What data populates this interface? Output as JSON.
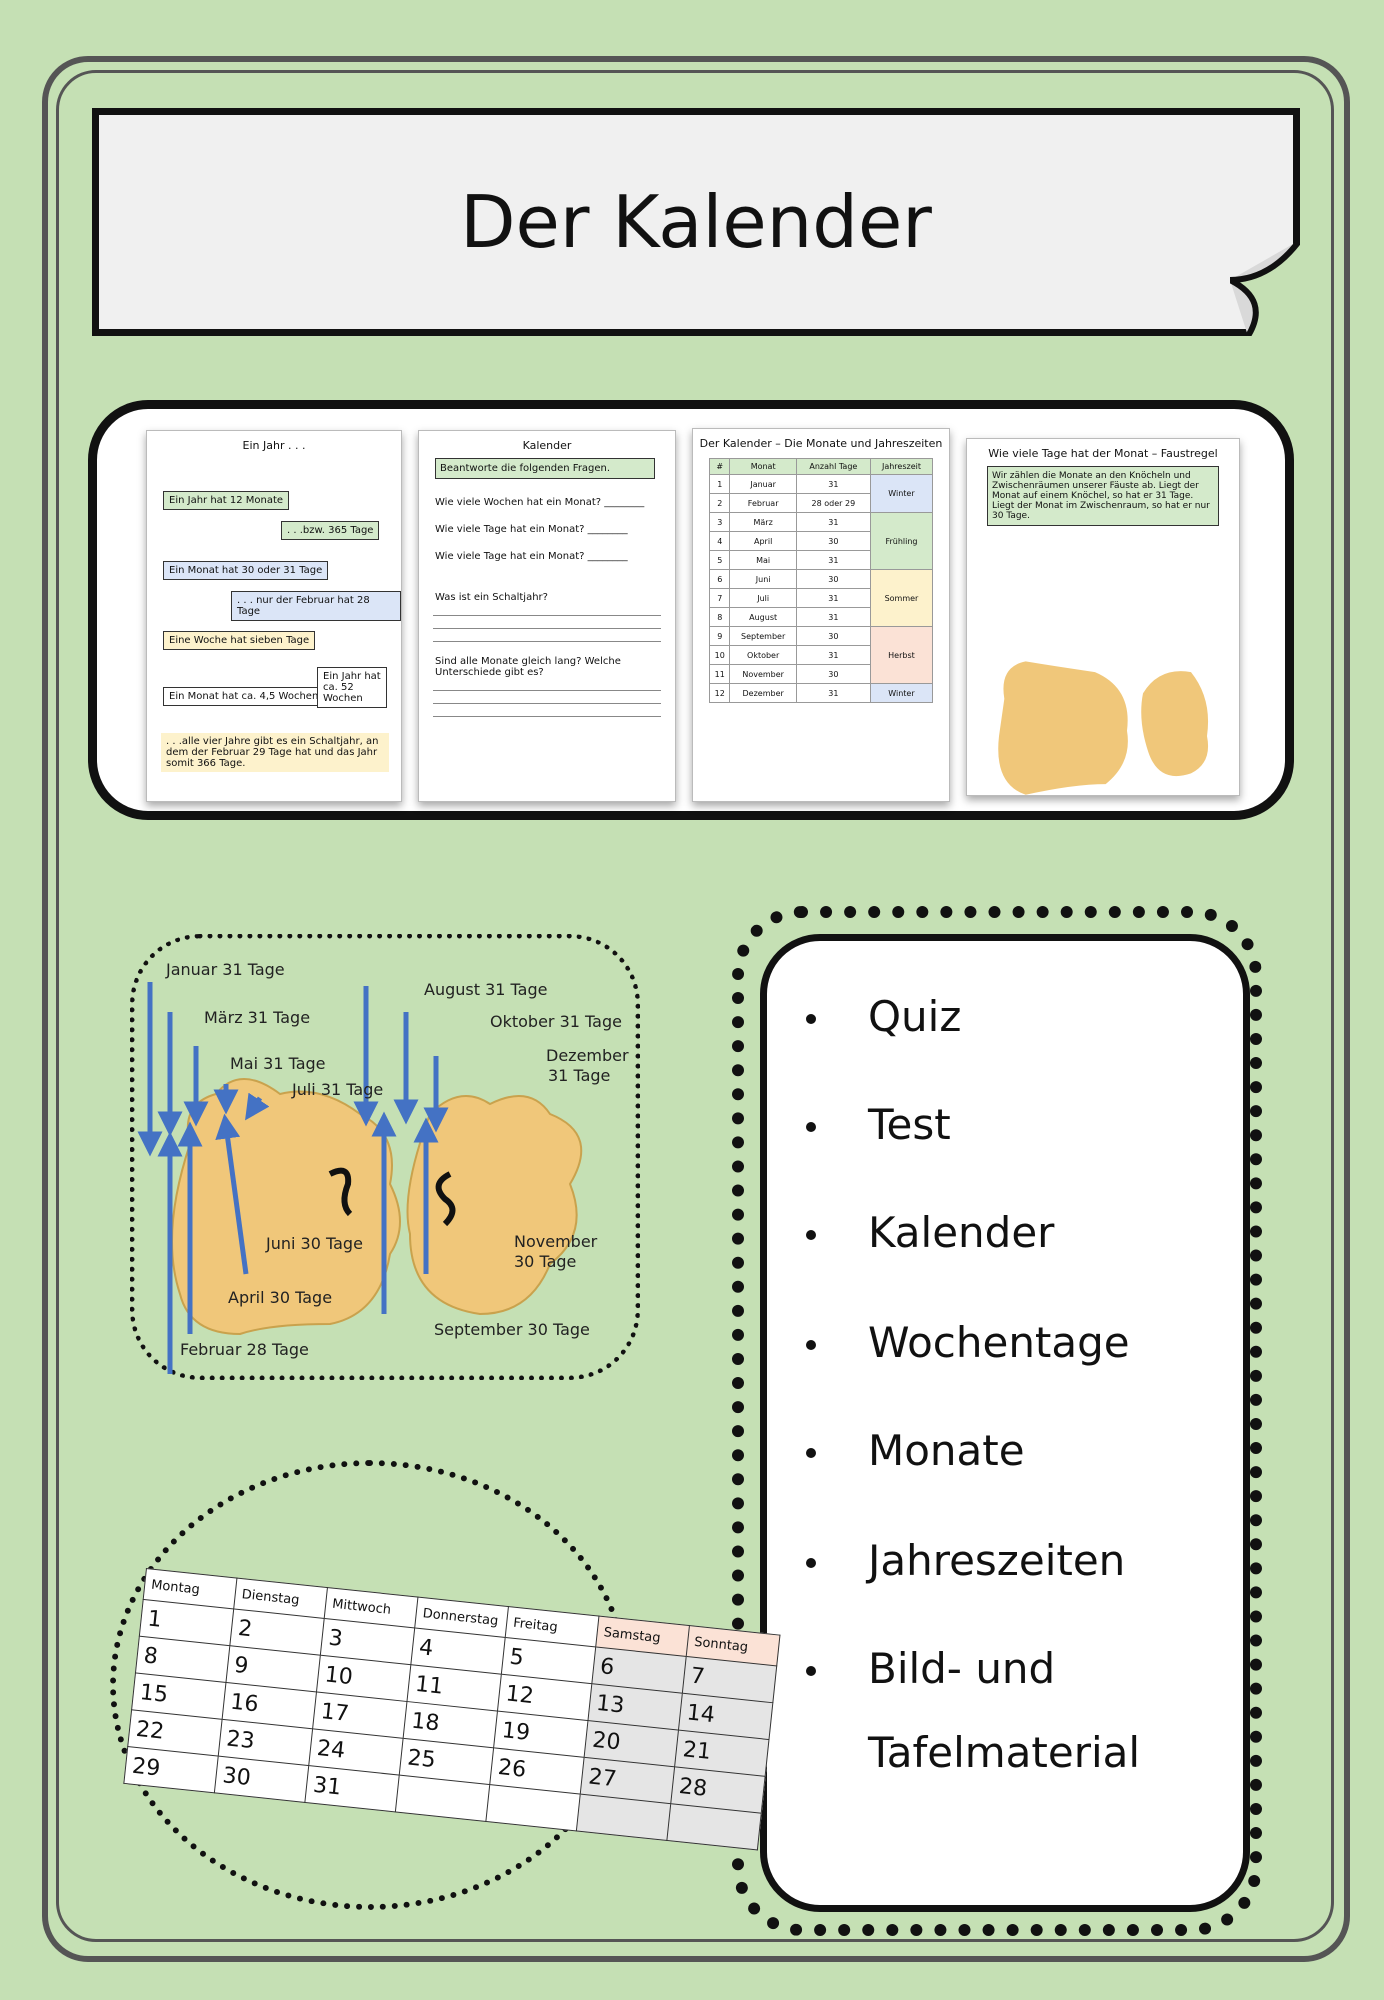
{
  "title": "Der Kalender",
  "previews": {
    "sheet1": {
      "title": "Ein Jahr . . .",
      "notes": [
        "Ein Jahr hat 12 Monate",
        ". . .bzw. 365 Tage",
        "Ein Monat hat 30 oder 31 Tage",
        ". . . nur der Februar hat 28 Tage",
        "Eine Woche hat sieben Tage",
        "Ein Monat hat ca. 4,5 Wochen",
        "Ein Jahr hat ca. 52 Wochen",
        ". . .alle vier Jahre gibt es ein Schaltjahr, an dem der Februar 29 Tage hat und das Jahr somit 366 Tage."
      ]
    },
    "sheet2": {
      "title": "Kalender",
      "intro": "Beantworte die folgenden Fragen.",
      "questions": [
        "Wie viele Wochen hat ein Monat? ________",
        "Wie viele Tage hat ein Monat? ________",
        "Wie viele Tage hat ein Monat? ________",
        "Was ist ein Schaltjahr?",
        "Sind alle Monate gleich lang? Welche Unterschiede gibt es?"
      ]
    },
    "sheet3": {
      "title": "Der Kalender – Die Monate und Jahreszeiten",
      "headers": [
        "#",
        "Monat",
        "Anzahl Tage",
        "Jahreszeit"
      ],
      "rows": [
        [
          "1",
          "Januar",
          "31"
        ],
        [
          "2",
          "Februar",
          "28 oder 29"
        ],
        [
          "3",
          "März",
          "31"
        ],
        [
          "4",
          "April",
          "30"
        ],
        [
          "5",
          "Mai",
          "31"
        ],
        [
          "6",
          "Juni",
          "30"
        ],
        [
          "7",
          "Juli",
          "31"
        ],
        [
          "8",
          "August",
          "31"
        ],
        [
          "9",
          "September",
          "30"
        ],
        [
          "10",
          "Oktober",
          "31"
        ],
        [
          "11",
          "November",
          "30"
        ],
        [
          "12",
          "Dezember",
          "31"
        ]
      ],
      "seasons": [
        "Winter",
        "Frühling",
        "Sommer",
        "Herbst",
        "Winter"
      ],
      "season_colors": [
        "#dbe5f7",
        "#d4eacb",
        "#fdf2cc",
        "#fbe2d6",
        "#dbe5f7"
      ]
    },
    "sheet4": {
      "title": "Wie viele Tage hat der Monat – Faustregel",
      "text": "Wir zählen die Monate an den Knöcheln und Zwischenräumen unserer Fäuste ab. Liegt der Monat auf einem Knöchel, so hat er 31 Tage. Liegt der Monat im Zwischenraum, so hat er nur 30 Tage."
    }
  },
  "knuckles": {
    "left": [
      "Januar 31 Tage",
      "März 31 Tage",
      "Mai 31 Tage",
      "Juli 31 Tage",
      "Juni 30 Tage",
      "April 30 Tage",
      "Februar 28 Tage"
    ],
    "right": [
      "August 31 Tage",
      "Oktober 31 Tage",
      "Dezember",
      "31 Tage",
      "November",
      "30 Tage",
      "September 30 Tage"
    ]
  },
  "list": [
    "Quiz",
    "Test",
    "Kalender",
    "Wochentage",
    "Monate",
    "Jahreszeiten",
    "Bild- und",
    "Tafelmaterial"
  ],
  "calendar": {
    "days": [
      "Montag",
      "Dienstag",
      "Mittwoch",
      "Donnerstag",
      "Freitag",
      "Samstag",
      "Sonntag"
    ],
    "weeks": [
      [
        "1",
        "2",
        "3",
        "4",
        "5",
        "6",
        "7"
      ],
      [
        "8",
        "9",
        "10",
        "11",
        "12",
        "13",
        "14"
      ],
      [
        "15",
        "16",
        "17",
        "18",
        "19",
        "20",
        "21"
      ],
      [
        "22",
        "23",
        "24",
        "25",
        "26",
        "27",
        "28"
      ],
      [
        "29",
        "30",
        "31",
        "",
        "",
        "",
        ""
      ]
    ]
  },
  "colors": {
    "background": "#c5e0b4",
    "arrow": "#4472c4",
    "fist": "#f0c77a",
    "weekend_header": "#fbe2d6"
  }
}
